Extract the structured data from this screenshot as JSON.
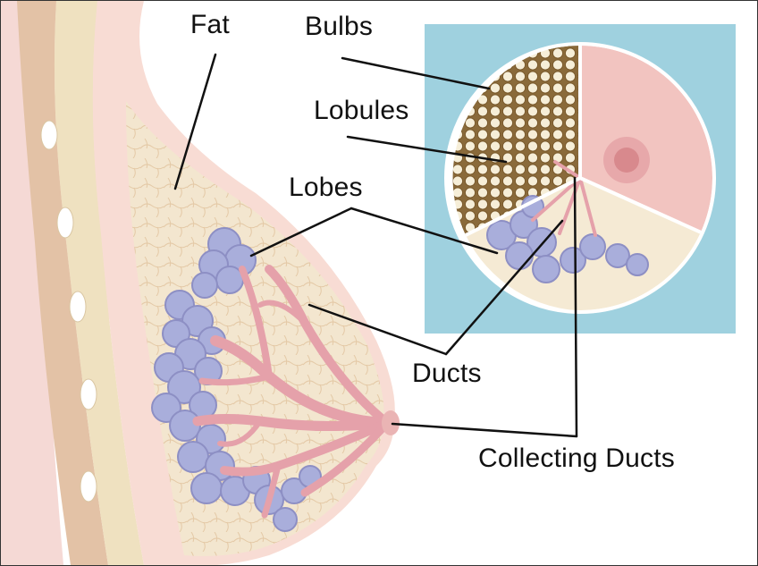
{
  "labels": {
    "fat": "Fat",
    "bulbs": "Bulbs",
    "lobules": "Lobules",
    "lobes": "Lobes",
    "ducts": "Ducts",
    "collecting_ducts": "Collecting Ducts"
  },
  "colors": {
    "skin": "#f6dcd6",
    "muscle_band": "#e8cdb4",
    "rib_band": "#efe2c4",
    "breast_fat": "#f3e6cf",
    "lobe_blue": "#a8aedb",
    "duct_pink": "#e7a6ad",
    "inset_bg": "#9fd1df",
    "leader_line": "#111111"
  }
}
